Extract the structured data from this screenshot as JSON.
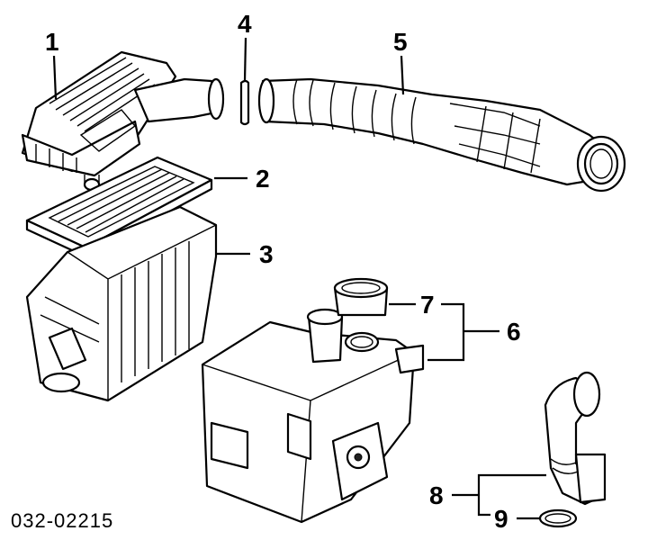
{
  "diagram": {
    "part_code": "032-02215",
    "callouts": {
      "c1": "1",
      "c2": "2",
      "c3": "3",
      "c4": "4",
      "c5": "5",
      "c6": "6",
      "c7": "7",
      "c8": "8",
      "c9": "9"
    }
  }
}
